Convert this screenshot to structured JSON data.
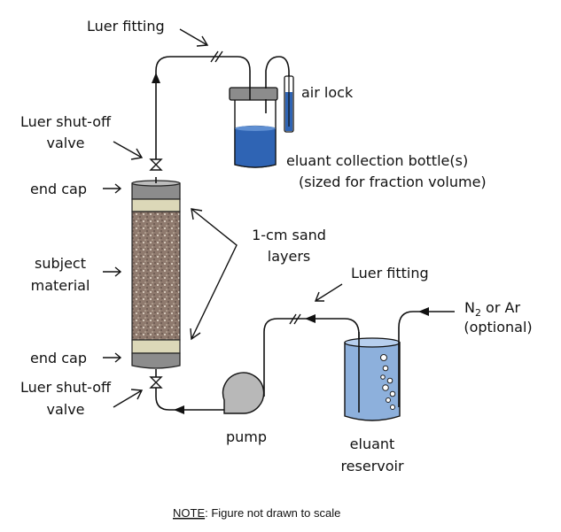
{
  "labels": {
    "luer_fitting_top": "Luer fitting",
    "air_lock": "air lock",
    "luer_shutoff_top_1": "Luer shut-off",
    "luer_shutoff_top_2": "valve",
    "collection_1": "eluant collection bottle(s)",
    "collection_2": "(sized for fraction volume)",
    "end_cap_top": "end cap",
    "sand_1": "1-cm sand",
    "sand_2": "layers",
    "subject_1": "subject",
    "subject_2": "material",
    "luer_fitting_bottom": "Luer fitting",
    "gas_1_main": "N",
    "gas_1_sub": "2",
    "gas_1_rest": " or Ar",
    "gas_2": "(optional)",
    "end_cap_bottom": "end cap",
    "luer_shutoff_bottom_1": "Luer shut-off",
    "luer_shutoff_bottom_2": "valve",
    "pump": "pump",
    "reservoir_1": "eluant",
    "reservoir_2": "reservoir"
  },
  "note": {
    "prefix": "NOTE",
    "text": ":  Figure not drawn to scale"
  },
  "colors": {
    "cap_gray": "#8c8c8c",
    "sand": "#dcd8b8",
    "soil": "#8a7468",
    "liquid_blue": "#2f64b4",
    "reservoir_blue": "#8db0dc",
    "pump_gray": "#b8b8b8"
  }
}
